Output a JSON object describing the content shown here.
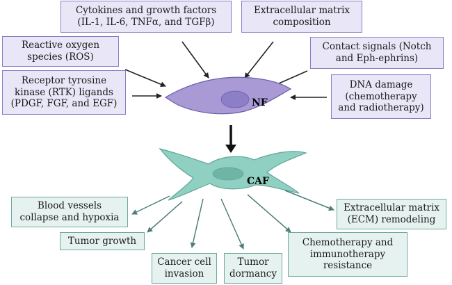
{
  "inputs": {
    "cytokines": "Cytokines and growth factors\n(IL-1, IL-6, TNFα, and TGFβ)",
    "ecm_composition": "Extracellular matrix\ncomposition",
    "ros": "Reactive oxygen\nspecies (ROS)",
    "contact": "Contact signals (Notch\nand Eph-ephrins)",
    "rtk": "Receptor tyrosine\nkinase (RTK) ligands\n(PDGF, FGF, and EGF)",
    "dna": "DNA damage\n(chemotherapy\nand radiotherapy)"
  },
  "cells": {
    "nf_label": "NF",
    "caf_label": "CAF"
  },
  "outputs": {
    "blood": "Blood vessels\ncollapse and hypoxia",
    "growth": "Tumor growth",
    "invasion": "Cancer cell\ninvasion",
    "dormancy": "Tumor\ndormancy",
    "chemo": "Chemotherapy and\nimmunotherapy\nresistance",
    "ecm_remodeling": "Extracellular matrix\n(ECM) remodeling"
  },
  "colors": {
    "nf_body": "#a99ad6",
    "nf_nucleus": "#8d7ec8",
    "caf_body": "#8fd0c2",
    "caf_nucleus": "#6fb5a6",
    "top_box_fill": "#e9e6f7",
    "bottom_box_fill": "#e6f2ef",
    "arrow_dark": "#222222",
    "arrow_teal": "#4c7f7a"
  }
}
